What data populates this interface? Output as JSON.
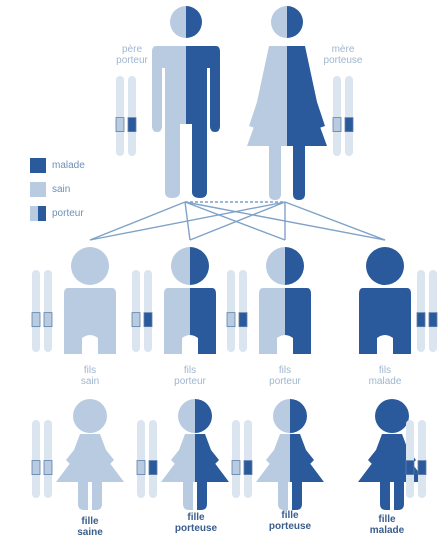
{
  "colors": {
    "light": "#b8cbe1",
    "dark": "#2a5a9b",
    "line": "#7fa2c9",
    "band": "#ffffff"
  },
  "legend": {
    "sick": "malade",
    "healthy": "sain",
    "carrier": "porteur"
  },
  "parents": {
    "father": {
      "line1": "père",
      "line2": "porteur",
      "status": "carrier"
    },
    "mother": {
      "line1": "mère",
      "line2": "porteuse",
      "status": "carrier"
    }
  },
  "sons": [
    {
      "line1": "fils",
      "line2": "sain",
      "status": "healthy"
    },
    {
      "line1": "fils",
      "line2": "porteur",
      "status": "carrier"
    },
    {
      "line1": "fils",
      "line2": "porteur",
      "status": "carrier"
    },
    {
      "line1": "fils",
      "line2": "malade",
      "status": "sick"
    }
  ],
  "daughters": [
    {
      "line1": "fille",
      "line2": "saine",
      "status": "healthy"
    },
    {
      "line1": "fille",
      "line2": "porteuse",
      "status": "carrier"
    },
    {
      "line1": "fille",
      "line2": "porteuse",
      "status": "carrier"
    },
    {
      "line1": "fille",
      "line2": "malade",
      "status": "sick"
    }
  ]
}
